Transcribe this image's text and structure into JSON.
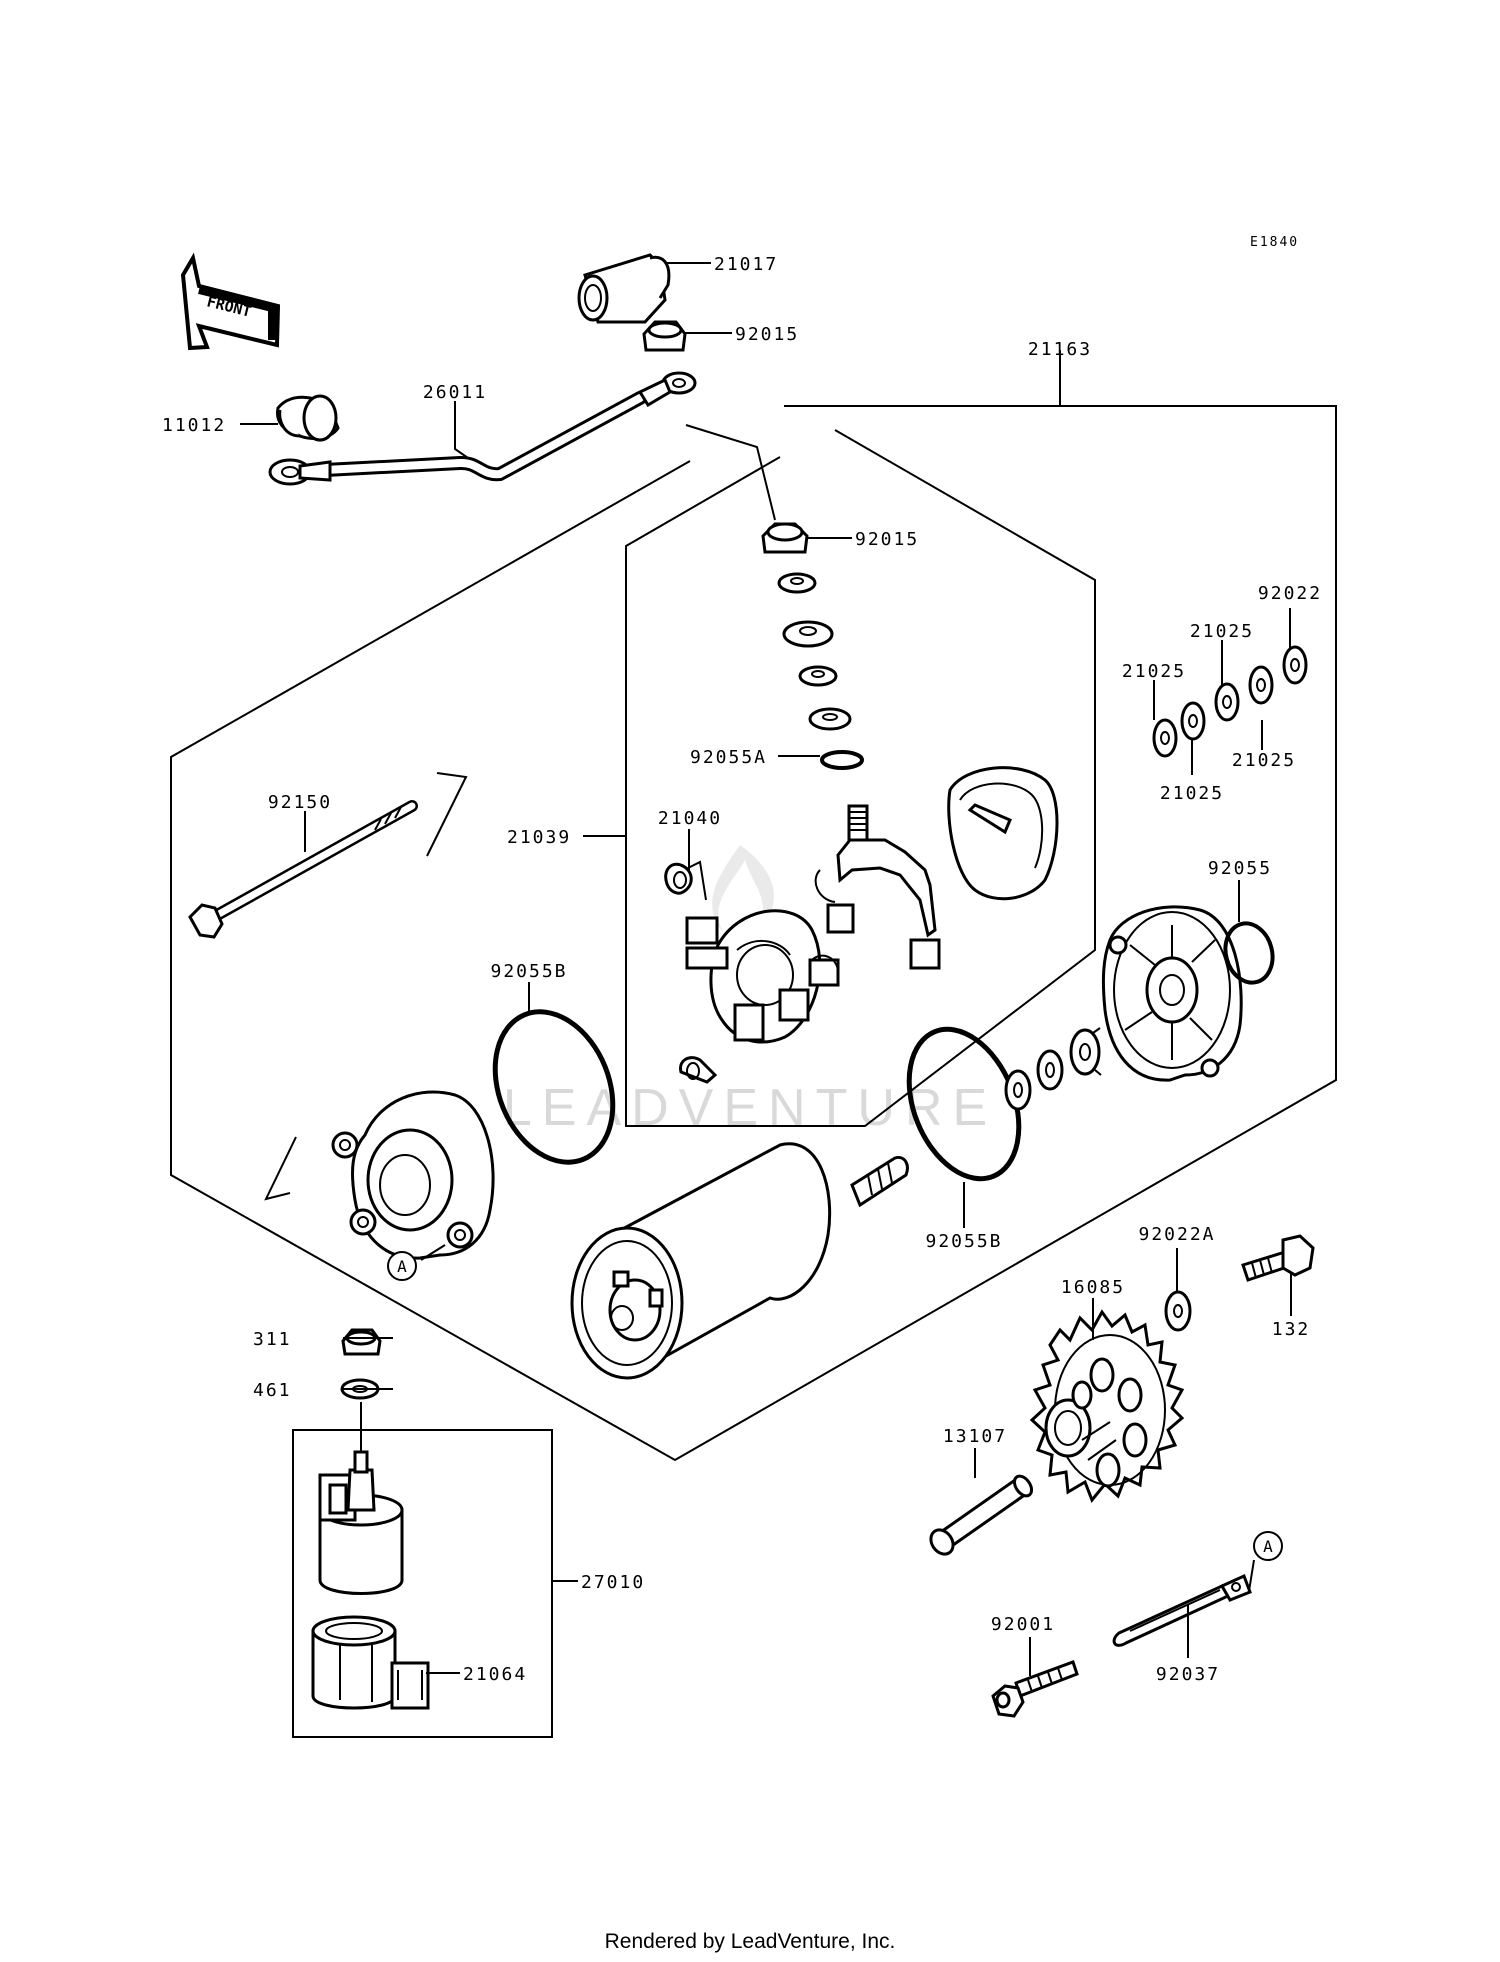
{
  "diagram_code": "E1840",
  "front_label": "FRONT",
  "watermark": "LEADVENTURE",
  "footer": "Rendered by LeadVenture, Inc.",
  "callouts": {
    "a_top": "A",
    "a_bottom": "A"
  },
  "labels": {
    "p21017": "21017",
    "p92015_top": "92015",
    "p21163": "21163",
    "p11012": "11012",
    "p26011": "26011",
    "p92015_mid": "92015",
    "p92022": "92022",
    "p21025_a": "21025",
    "p21025_b": "21025",
    "p21025_c": "21025",
    "p21025_d": "21025",
    "p92055A": "92055A",
    "p92150": "92150",
    "p21040": "21040",
    "p21039": "21039",
    "p92055": "92055",
    "p92055B_left": "92055B",
    "p92055B_right": "92055B",
    "p92022A": "92022A",
    "p16085": "16085",
    "p132": "132",
    "p311": "311",
    "p461": "461",
    "p13107": "13107",
    "p27010": "27010",
    "p92001": "92001",
    "p92037": "92037",
    "p21064": "21064"
  }
}
